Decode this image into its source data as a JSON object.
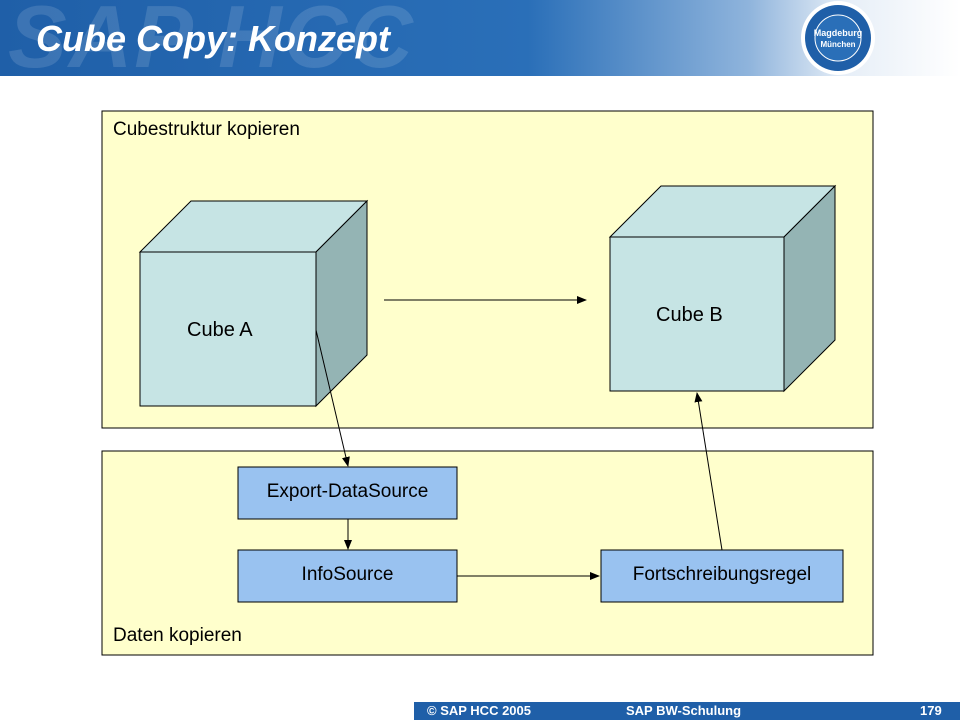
{
  "header": {
    "title": "Cube Copy: Konzept",
    "watermark": "SAP HCC",
    "seal_text": [
      "Magdeburg",
      "München"
    ]
  },
  "panels": {
    "top_label": "Cubestruktur kopieren",
    "bottom_label": "Daten kopieren"
  },
  "cubes": {
    "a_label": "Cube A",
    "b_label": "Cube B"
  },
  "boxes": {
    "export_datasource": "Export-DataSource",
    "infosource": "InfoSource",
    "fortschreibungsregel": "Fortschreibungsregel"
  },
  "footer": {
    "copyright": "© SAP HCC 2005",
    "course": "SAP BW-Schulung",
    "page": "179"
  },
  "colors": {
    "header_blue": "#1f5fa8",
    "panel_fill": "#ffffcc",
    "cube_front": "#c6e4e4",
    "cube_side": "#94b4b4",
    "box_fill": "#99c2f0"
  }
}
